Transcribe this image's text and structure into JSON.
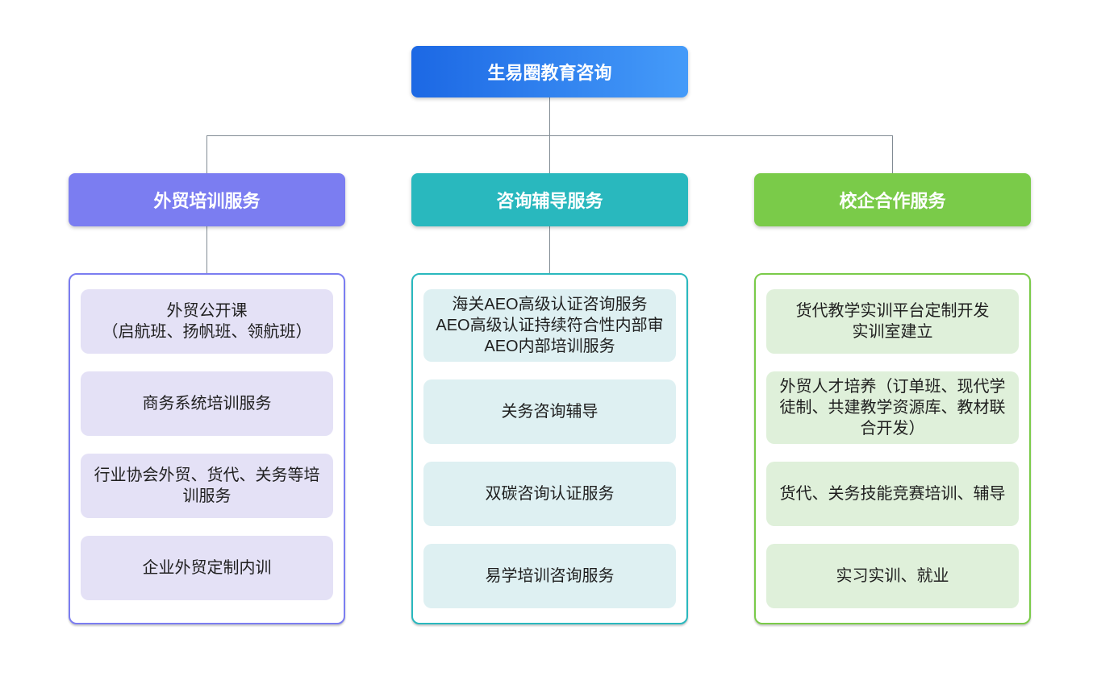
{
  "root": {
    "label": "生易圈教育咨询"
  },
  "colors": {
    "root_gradient_from": "#1c68e4",
    "root_gradient_to": "#459bf9",
    "connector": "#818b94",
    "branch1": "#7b7df1",
    "branch1_item_bg": "#e4e1f6",
    "branch2": "#29b8be",
    "bran2_note": "",
    "branch2_item_bg": "#def0f2",
    "branch3": "#7acb49",
    "branch3_item_bg": "#dff0da"
  },
  "branches": [
    {
      "label": "外贸培训服务",
      "items": [
        "外贸公开课\n（启航班、扬帆班、领航班）",
        "商务系统培训服务",
        "行业协会外贸、货代、关务等培训服务",
        "企业外贸定制内训"
      ]
    },
    {
      "label": "咨询辅导服务",
      "items": [
        "海关AEO高级认证咨询服务\nAEO高级认证持续符合性内部审\nAEO内部培训服务",
        "关务咨询辅导",
        "双碳咨询认证服务",
        "易学培训咨询服务"
      ]
    },
    {
      "label": "校企合作服务",
      "items": [
        "货代教学实训平台定制开发\n实训室建立",
        "外贸人才培养（订单班、现代学徒制、共建教学资源库、教材联合开发）",
        "货代、关务技能竞赛培训、辅导",
        "实习实训、就业"
      ]
    }
  ]
}
